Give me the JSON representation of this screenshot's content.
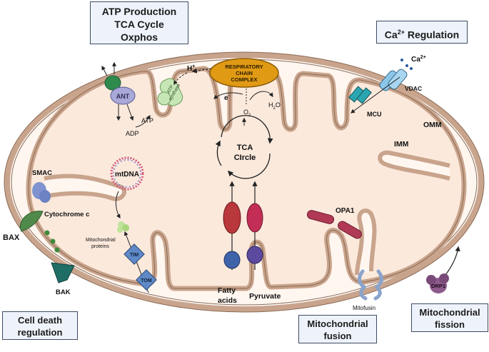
{
  "boxes": {
    "atp": [
      "ATP Production",
      "TCA Cycle",
      "Oxphos"
    ],
    "ca_prefix": "Ca",
    "ca_sup": "2+",
    "ca_suffix": " Regulation",
    "cell_death": [
      "Cell death",
      "regulation"
    ],
    "fusion": [
      "Mitochondrial",
      "fusion"
    ],
    "fission": [
      "Mitochondrial",
      "fission"
    ]
  },
  "labels": {
    "ant": "ANT",
    "atp_synthase": [
      "ATP",
      "synthase"
    ],
    "h_plus": "H",
    "h_sup": "+",
    "resp_chain": [
      "RESPIRATORY",
      "CHAIN",
      "COMPLEX"
    ],
    "e_minus": "e",
    "e_sup": "-",
    "o2": "O",
    "o2_sub": "2",
    "h2o": "H",
    "h2o_sub": "2",
    "h2o_o": "O",
    "atp": "ATP",
    "adp": "ADP",
    "tca": [
      "TCA",
      "CIrcle"
    ],
    "vdac": "VDAC",
    "mcu": "MCU",
    "ca_ion": "Ca",
    "ca_ion_sup": "2+",
    "omm": "OMM",
    "imm": "IMM",
    "smac": "SMAC",
    "mtdna": "mtDNA",
    "cytochrome_c": "Cytochrome c",
    "bax": "BAX",
    "bak": "BAK",
    "mito_proteins": [
      "Mitochondrial",
      "proteins"
    ],
    "tim": "TIM",
    "tom": "TOM",
    "opa1": "OPA1",
    "fatty_acids": [
      "Fatty",
      "acids"
    ],
    "pyruvate": "Pyruvate",
    "mitofusin": "Mitofusin",
    "drp1": "DRP1"
  },
  "colors": {
    "outer_membrane": "#c9a48c",
    "matrix": "#fbe9dc",
    "ims": "#fff6f0",
    "resp_chain": "#e09a14",
    "ant": "#a9a8d8",
    "atp_synthase": "#c7e6b6",
    "vdac": "#8cc6e8",
    "mcu": "#2aa6b0",
    "opa1": "#b03a55",
    "drp1": "#8e5a8c",
    "bax": "#4f8a4a",
    "bak": "#1f6e66",
    "smac": "#7e93cf",
    "tim_tom": "#5e89c6",
    "mitofusin": "#8aa4cc",
    "fatty_red": "#b8383c",
    "pyruvate_red": "#c22e55",
    "fatty_blue": "#3f63a8",
    "pyruvate_purple": "#5b4a9e",
    "box_fill": "#eef3fb"
  },
  "icons": [
    "arrow-icon",
    "dna-ring-icon",
    "membrane-protein-icon"
  ]
}
